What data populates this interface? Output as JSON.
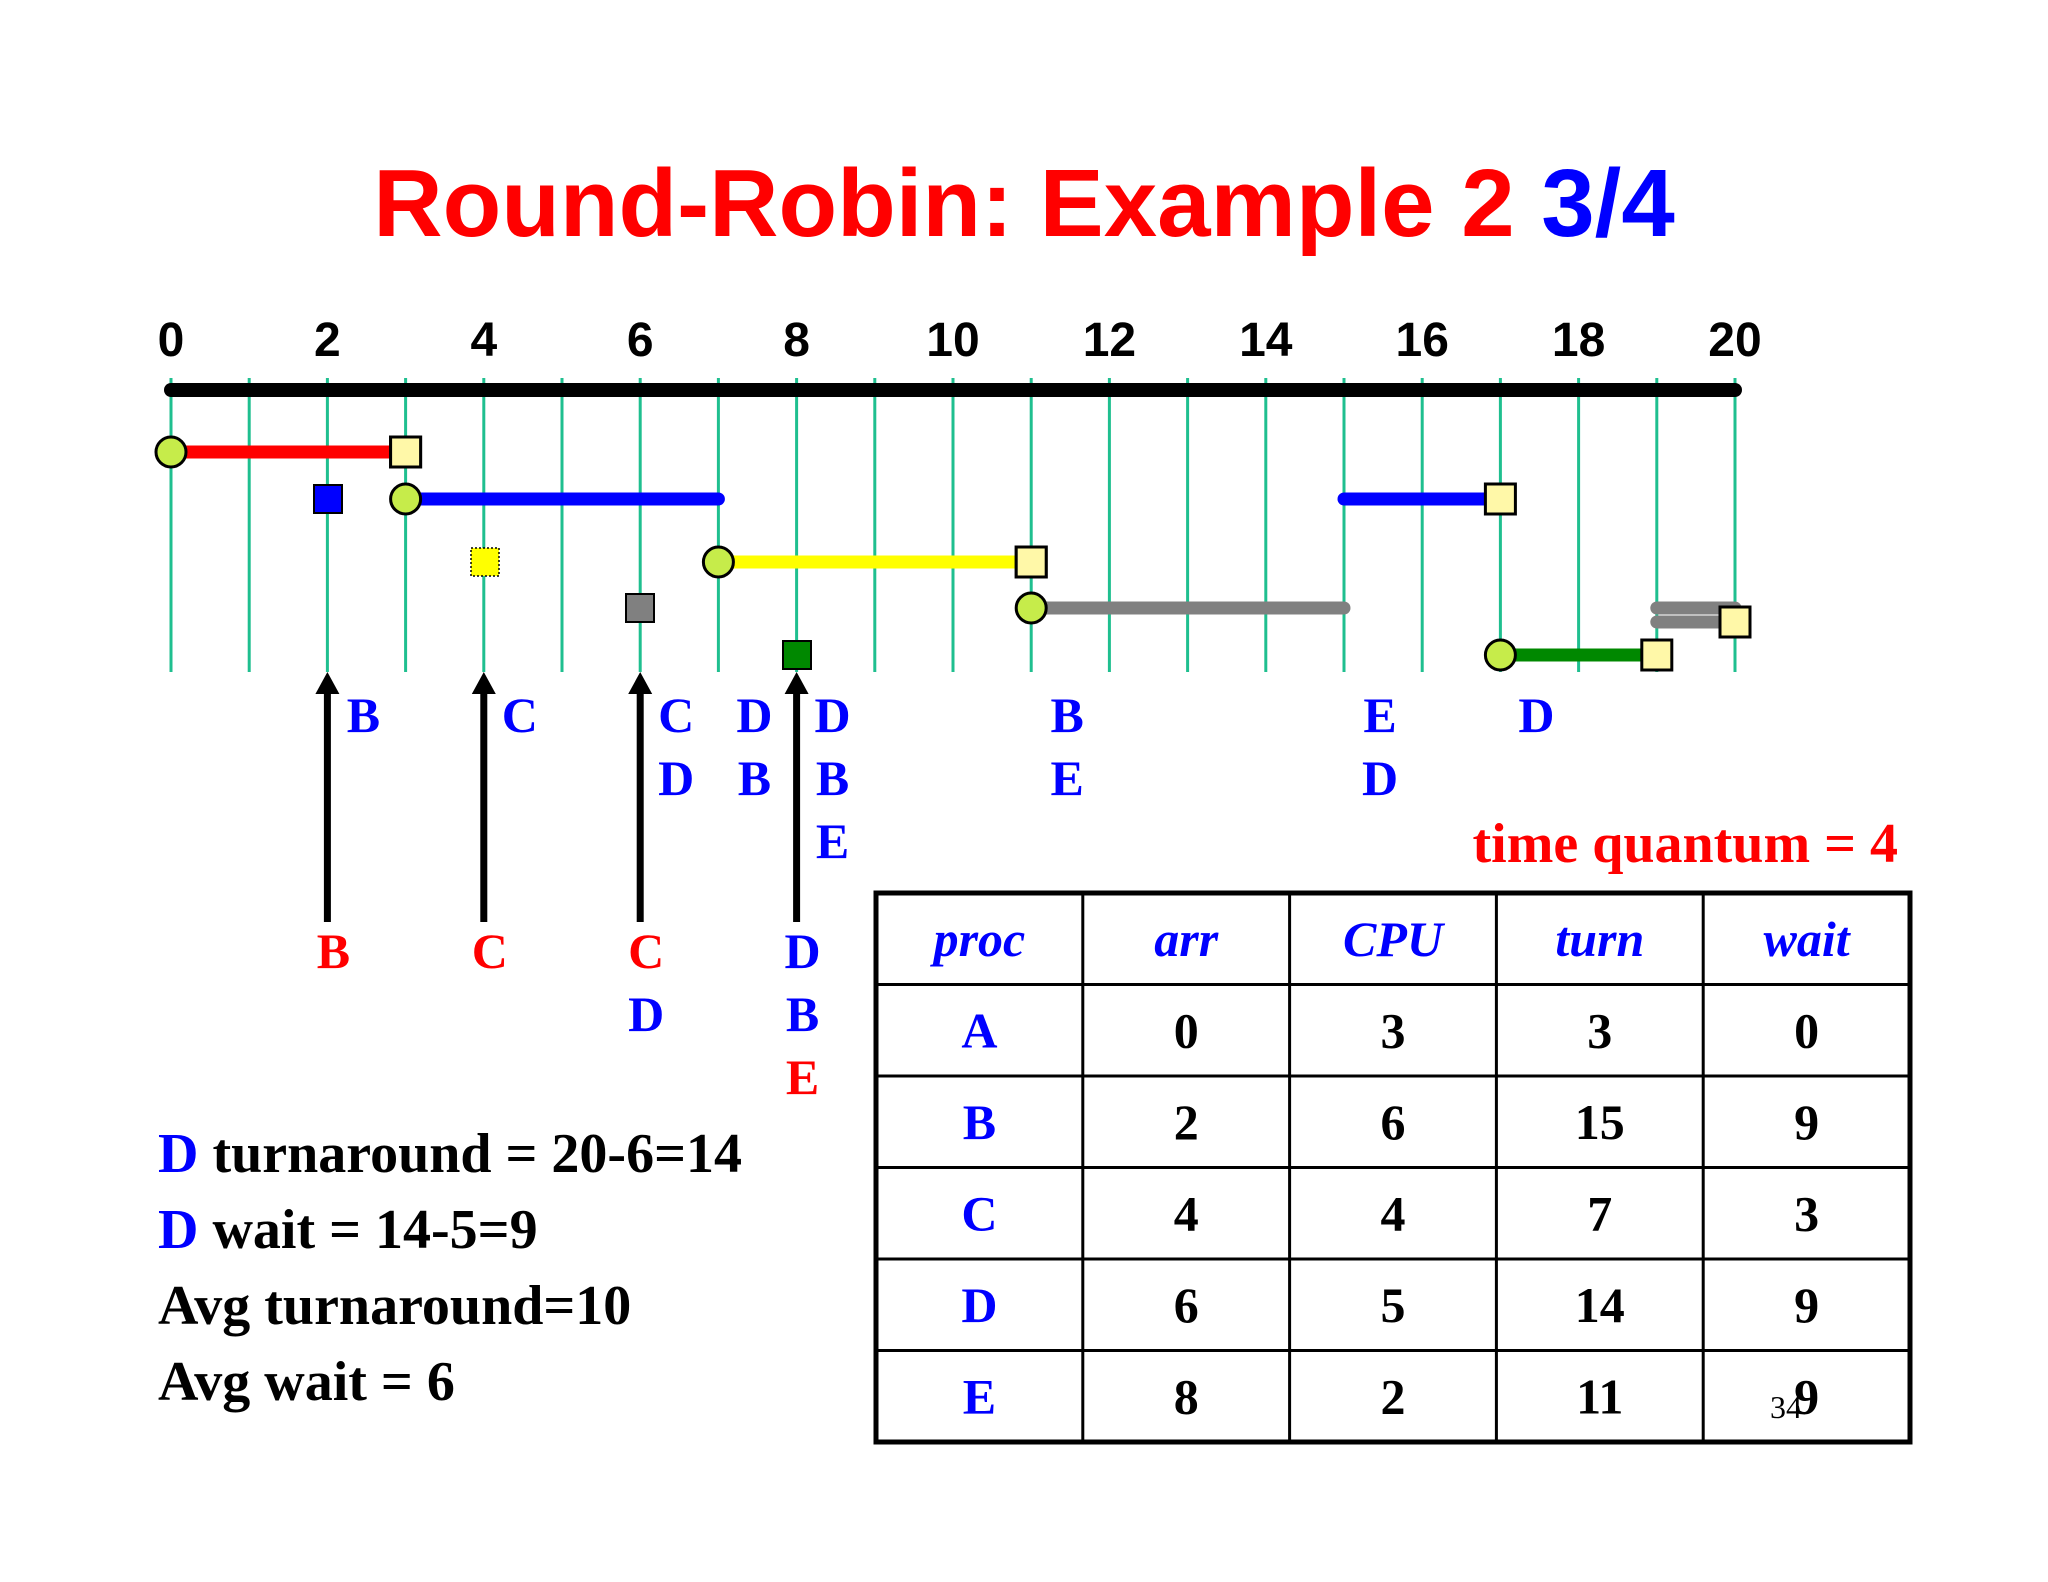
{
  "title": {
    "main": "Round-Robin: Example 2",
    "part": "3/4",
    "main_color": "#ff0000",
    "part_color": "#0000ff"
  },
  "timeline": {
    "min": 0,
    "max": 20,
    "tick_labels": [
      "0",
      "2",
      "4",
      "6",
      "8",
      "10",
      "12",
      "14",
      "16",
      "18",
      "20"
    ],
    "gridline_color": "#1fbf8f"
  },
  "processes": [
    {
      "name": "A",
      "arrival": 0,
      "color": "#ff0000",
      "runs": [
        [
          0,
          3
        ]
      ],
      "finish": 3
    },
    {
      "name": "B",
      "arrival": 2,
      "color": "#0000ff",
      "runs": [
        [
          3,
          7
        ],
        [
          15,
          17
        ]
      ],
      "finish": 17
    },
    {
      "name": "C",
      "arrival": 4,
      "color": "#ffff00",
      "runs": [
        [
          7,
          11
        ]
      ],
      "finish": 11
    },
    {
      "name": "D",
      "arrival": 6,
      "color": "#808080",
      "runs": [
        [
          11,
          15
        ],
        [
          19,
          20
        ]
      ],
      "finish": 20
    },
    {
      "name": "E",
      "arrival": 8,
      "color": "#008800",
      "runs": [
        [
          17,
          19
        ]
      ],
      "finish": 19
    }
  ],
  "arrival_arrows": [
    {
      "time": 2,
      "labels": [
        "B"
      ]
    },
    {
      "time": 4,
      "labels": [
        "C"
      ]
    },
    {
      "time": 6,
      "labels": [
        "C",
        "D"
      ]
    },
    {
      "time": 8,
      "labels": [
        "D",
        "B",
        "E"
      ]
    }
  ],
  "queue_states": [
    {
      "time": 2,
      "items": [
        "B"
      ]
    },
    {
      "time": 4,
      "items": [
        "C"
      ]
    },
    {
      "time": 6,
      "items": [
        "C",
        "D"
      ]
    },
    {
      "time": 7,
      "items": [
        "D",
        "B"
      ]
    },
    {
      "time": 8,
      "items": [
        "D",
        "B",
        "E"
      ]
    },
    {
      "time": 11,
      "items": [
        "B",
        "E"
      ]
    },
    {
      "time": 15,
      "items": [
        "E",
        "D"
      ]
    },
    {
      "time": 17,
      "items": [
        "D"
      ]
    }
  ],
  "quantum_label": "time quantum = 4",
  "table": {
    "headers": [
      "proc",
      "arr",
      "CPU",
      "turn",
      "wait"
    ],
    "rows": [
      [
        "A",
        "0",
        "3",
        "3",
        "0"
      ],
      [
        "B",
        "2",
        "6",
        "15",
        "9"
      ],
      [
        "C",
        "4",
        "4",
        "7",
        "3"
      ],
      [
        "D",
        "6",
        "5",
        "14",
        "9"
      ],
      [
        "E",
        "8",
        "2",
        "11",
        "9"
      ]
    ]
  },
  "summary": [
    {
      "prefix": "D",
      "text": " turnaround = 20-6=14"
    },
    {
      "prefix": "D",
      "text": " wait = 14-5=9"
    },
    {
      "prefix": "",
      "text": "Avg turnaround=10"
    },
    {
      "prefix": "",
      "text": "Avg wait = 6"
    }
  ],
  "page_number": "34",
  "colors": {
    "blue": "#0000ff",
    "red": "#ff0000",
    "start_marker": "#c6ec4a",
    "end_marker": "#fff8a8"
  }
}
